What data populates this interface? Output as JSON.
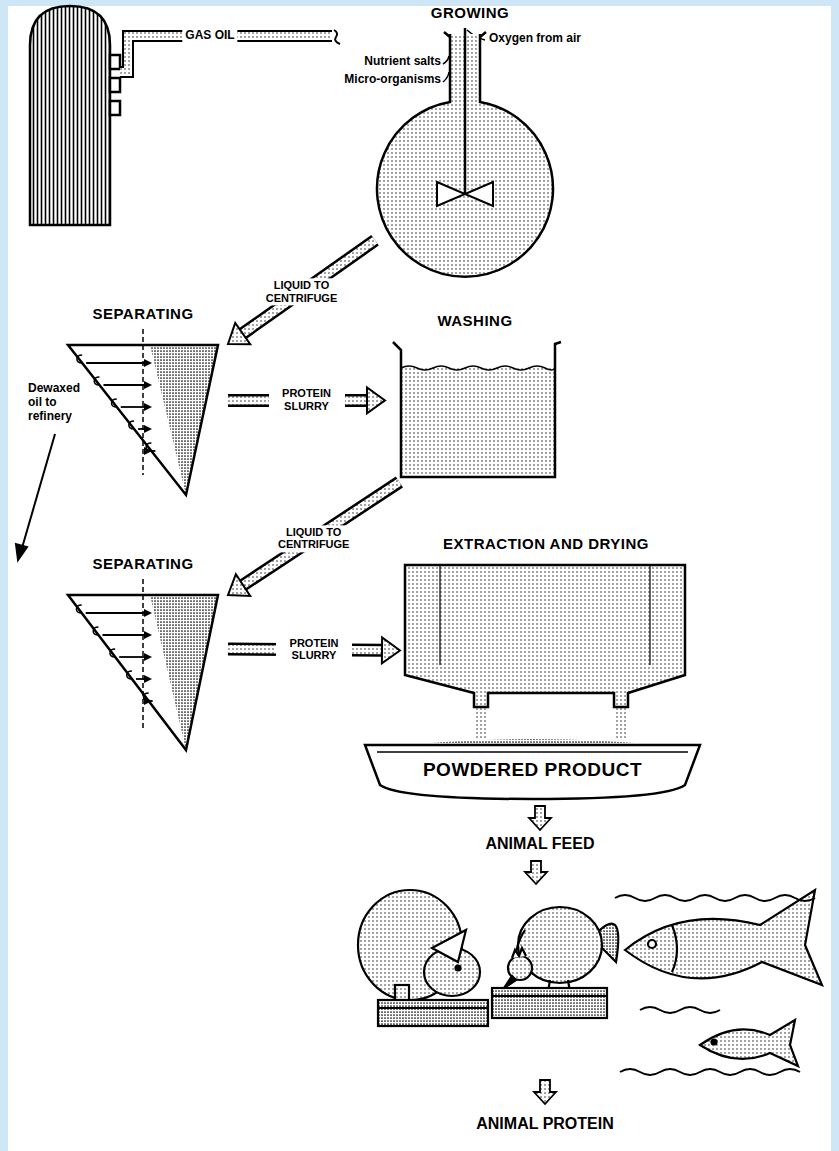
{
  "diagram": {
    "nodes": [
      {
        "text": [
          "GROWING"
        ]
      },
      {
        "text": [
          "SEPARATING"
        ]
      },
      {
        "text": [
          "WASHING"
        ]
      },
      {
        "text": [
          "SEPARATING"
        ]
      },
      {
        "text": [
          "EXTRACTION AND DRYING"
        ]
      },
      {
        "text": [
          "POWDERED PRODUCT"
        ]
      }
    ],
    "edges": [
      {
        "from": 0,
        "to": 1,
        "arrow": "to",
        "label": "LIQUID TO CENTRIFUGE"
      },
      {
        "from": 1,
        "to": 2,
        "arrow": "to",
        "label": "PROTEIN SLURRY"
      },
      {
        "from": 2,
        "to": 3,
        "arrow": "to",
        "label": "LIQUID TO CENTRIFUGE"
      },
      {
        "from": 3,
        "to": 4,
        "arrow": "to",
        "label": "PROTEIN SLURRY"
      }
    ],
    "labels": [
      "GAS OIL",
      "Oxygen from air",
      "Nutrient salts",
      "Micro-organisms",
      "Dewaxed oil to refinery",
      "ANIMAL FEED",
      "ANIMAL PROTEIN"
    ]
  }
}
